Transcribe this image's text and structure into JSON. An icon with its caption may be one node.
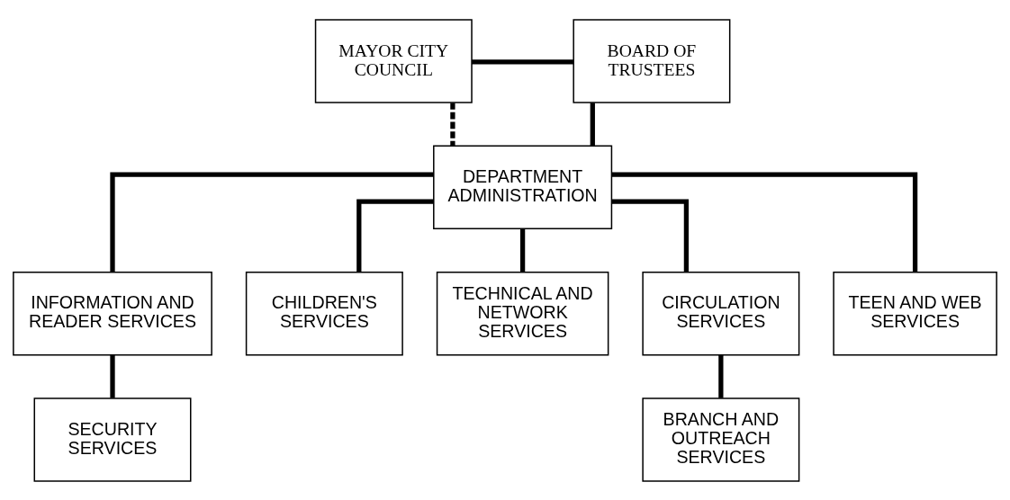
{
  "diagram": {
    "nodes": [
      {
        "text": [
          "MAYOR CITY COUNCIL"
        ]
      },
      {
        "text": [
          "BOARD OF TRUSTEES"
        ]
      },
      {
        "text": [
          "DEPARTMENT ADMINISTRATION"
        ]
      },
      {
        "text": [
          "INFORMATION AND READER SERVICES"
        ]
      },
      {
        "text": [
          "CHILDREN'S SERVICES"
        ]
      },
      {
        "text": [
          "TECHNICAL AND NETWORK SERVICES"
        ]
      },
      {
        "text": [
          "CIRCULATION SERVICES"
        ]
      },
      {
        "text": [
          "TEEN AND WEB SERVICES"
        ]
      },
      {
        "text": [
          "SECURITY SERVICES"
        ]
      },
      {
        "text": [
          "BRANCH AND OUTREACH SERVICES"
        ]
      }
    ],
    "edges": [
      {
        "from": 0,
        "to": 1,
        "arrow": "none"
      },
      {
        "from": 0,
        "to": 2,
        "arrow": "none",
        "style": "dashed"
      },
      {
        "from": 1,
        "to": 2,
        "arrow": "none"
      },
      {
        "from": 2,
        "to": 3,
        "arrow": "none"
      },
      {
        "from": 2,
        "to": 4,
        "arrow": "none"
      },
      {
        "from": 2,
        "to": 5,
        "arrow": "none"
      },
      {
        "from": 2,
        "to": 6,
        "arrow": "none"
      },
      {
        "from": 2,
        "to": 7,
        "arrow": "none"
      },
      {
        "from": 3,
        "to": 8,
        "arrow": "none"
      },
      {
        "from": 6,
        "to": 9,
        "arrow": "none"
      }
    ]
  }
}
